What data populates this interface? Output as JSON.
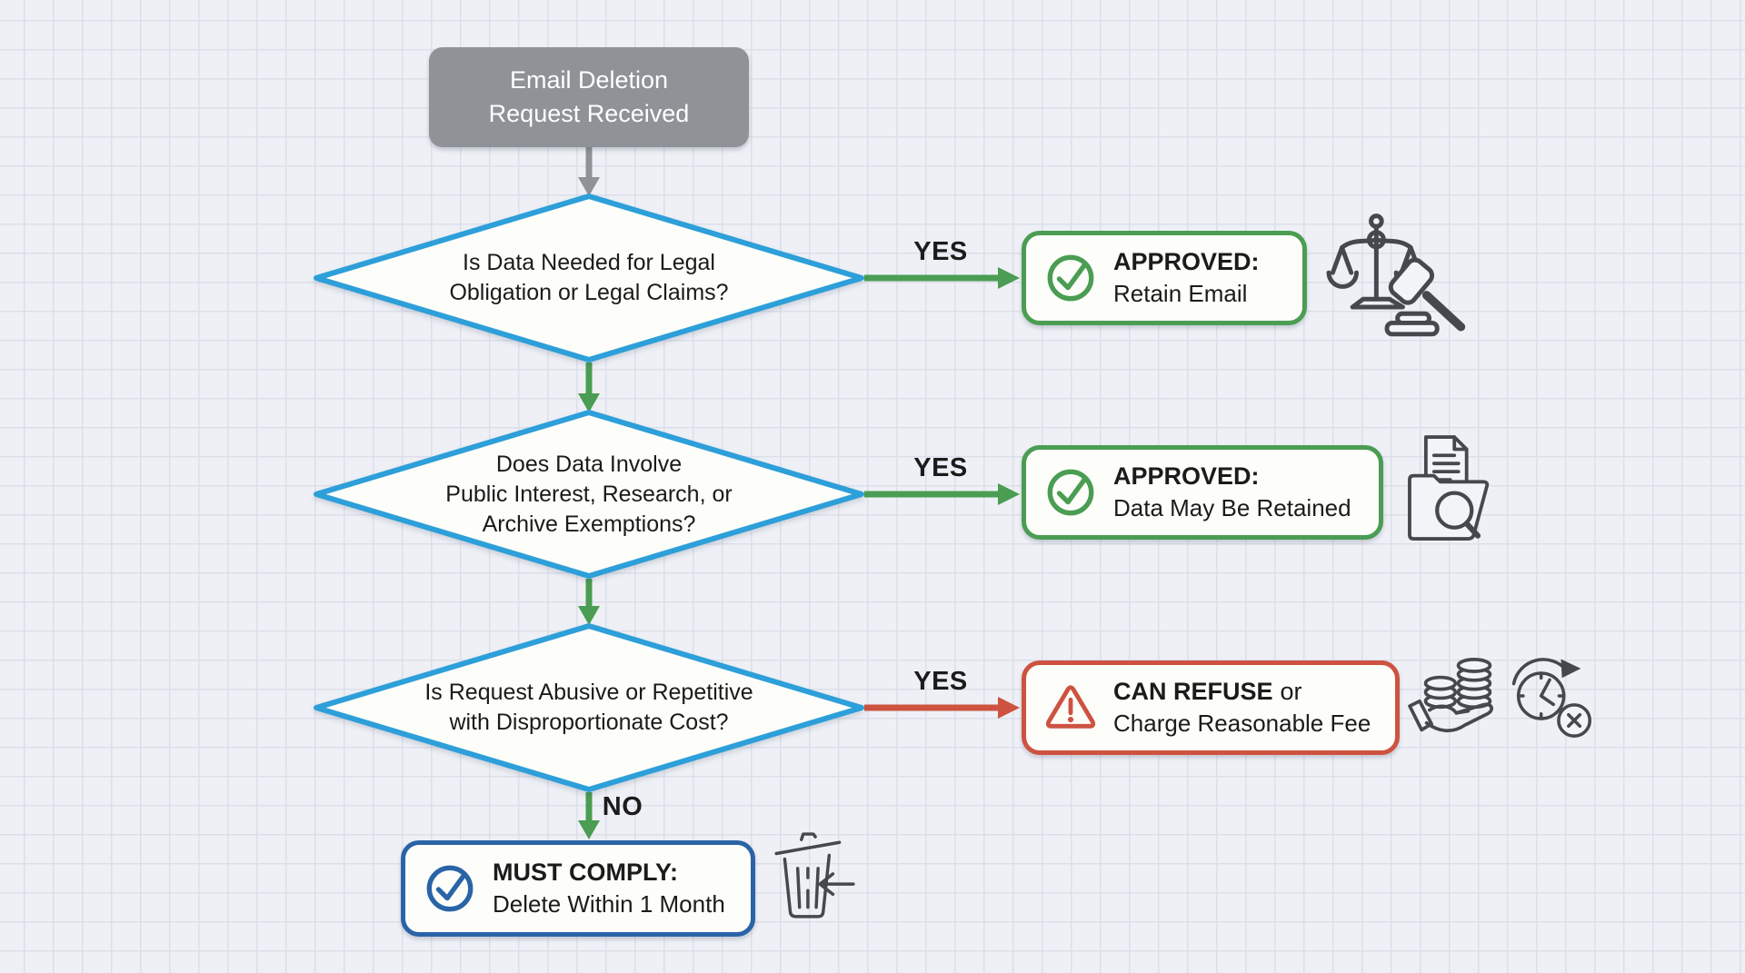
{
  "colors": {
    "blue": "#2d9fd9",
    "green": "#4a9d52",
    "red": "#cd5340",
    "navy": "#2a64a7",
    "gray": "#8f9296",
    "ink": "#1b1b1b",
    "icon": "#45484d",
    "paper": "#fdfdfa",
    "bg": "#eef0f6",
    "grid": "#dcdfe9"
  },
  "start": {
    "lines": [
      "Email Deletion",
      "Request Received"
    ]
  },
  "decisions": [
    {
      "lines": [
        "Is Data Needed for Legal",
        "Obligation or Legal Claims?"
      ]
    },
    {
      "lines": [
        "Does Data Involve",
        "Public Interest, Research, or",
        "Archive Exemptions?"
      ]
    },
    {
      "lines": [
        "Is Request Abusive or Repetitive",
        "with Disproportionate Cost?"
      ]
    }
  ],
  "edges": {
    "yes1": "YES",
    "yes2": "YES",
    "yes3": "YES",
    "no": "NO"
  },
  "outcomes": {
    "approved_retain": {
      "title": "APPROVED:",
      "subtitle": "Retain Email",
      "icon": "check-circle",
      "color": "green"
    },
    "approved_data": {
      "title": "APPROVED:",
      "subtitle": "Data May Be Retained",
      "icon": "check-circle",
      "color": "green"
    },
    "refuse": {
      "title_bold": "CAN REFUSE",
      "title_suffix": "or",
      "subtitle": "Charge Reasonable Fee",
      "icon": "warning-triangle",
      "color": "red"
    },
    "comply": {
      "title": "MUST COMPLY:",
      "subtitle": "Delete Within 1 Month",
      "icon": "check-circle",
      "color": "navy"
    }
  },
  "decorative_icons": [
    "scales-gavel",
    "folder-document-magnifier",
    "hand-coins",
    "clock-refresh-x",
    "trash-can-arrow"
  ]
}
